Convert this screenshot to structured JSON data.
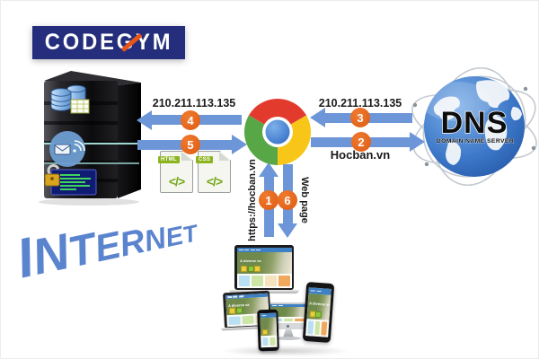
{
  "logo": {
    "text": "CODEGYM"
  },
  "internet": {
    "letters": [
      "I",
      "N",
      "T",
      "E",
      "R",
      "N",
      "E",
      "T"
    ]
  },
  "dns": {
    "title": "DNS",
    "subtitle": "DOMAIN NAME SERVER"
  },
  "files": [
    {
      "label": "HTML",
      "glyph": "</>"
    },
    {
      "label": "CSS",
      "glyph": "</>"
    }
  ],
  "labels": {
    "server_ip": "210.211.113.135",
    "dns_ip": "210.211.113.135",
    "domain": "Hocban.vn",
    "url": "https://hocban.vn",
    "web_page": "Web page"
  },
  "steps": [
    "1",
    "2",
    "3",
    "4",
    "5",
    "6"
  ],
  "website": {
    "hero_text": "A diverse va"
  },
  "colors": {
    "arrow_blue": "#6d96d8",
    "step_orange": "#e2611b",
    "logo_navy": "#252e7c",
    "logo_accent_orange": "#e8551a",
    "internet_blue": "#5b84ce",
    "file_green": "#8cb41f",
    "dns_globe_blue": "#3c77c8",
    "chrome_red": "#e23b2e",
    "chrome_yellow": "#f7c618",
    "chrome_green": "#57a746",
    "chrome_blue": "#3d78c9"
  }
}
